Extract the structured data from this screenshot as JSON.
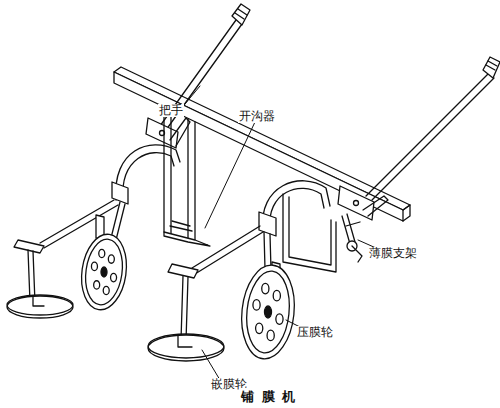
{
  "diagram": {
    "caption": "铺膜机",
    "labels": [
      "把手",
      "开沟器",
      "薄膜支架",
      "压膜轮",
      "嵌膜轮"
    ]
  }
}
